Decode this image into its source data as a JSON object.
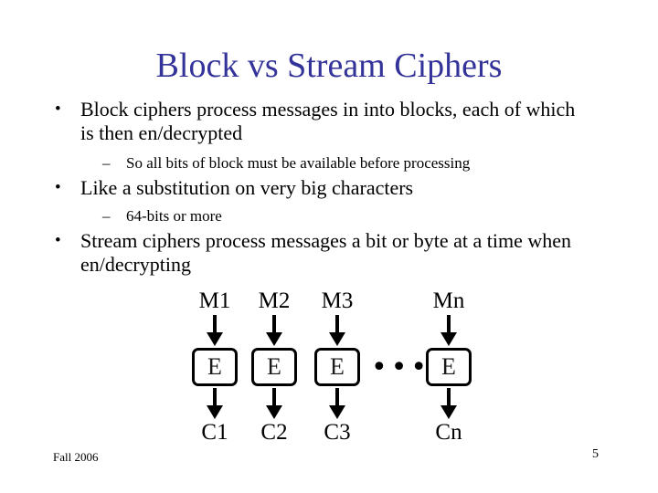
{
  "slide": {
    "title": "Block vs Stream Ciphers",
    "colors": {
      "title_text": "#333399",
      "body_text": "#000000",
      "background": "#ffffff"
    },
    "bullets": [
      {
        "level": 1,
        "marker": "•",
        "text": "Block ciphers process messages in into blocks, each of which is then en/decrypted"
      },
      {
        "level": 2,
        "marker": "–",
        "text": "So all bits of block must be available before processing"
      },
      {
        "level": 1,
        "marker": "•",
        "text": "Like a substitution on very big characters"
      },
      {
        "level": 2,
        "marker": "–",
        "text": "64-bits or more"
      },
      {
        "level": 1,
        "marker": "•",
        "text": "Stream ciphers process messages a bit or byte at a time when en/decrypting"
      }
    ],
    "diagram": {
      "description": "Block cipher encryption of message blocks",
      "columns": [
        {
          "input": "M1",
          "box": "E",
          "output": "C1"
        },
        {
          "input": "M2",
          "box": "E",
          "output": "C2"
        },
        {
          "input": "M3",
          "box": "E",
          "output": "C3"
        },
        {
          "input": "Mn",
          "box": "E",
          "output": "Cn"
        }
      ],
      "ellipsis": "•••"
    },
    "footer": {
      "left": "Fall 2006",
      "page_number": "5"
    }
  }
}
